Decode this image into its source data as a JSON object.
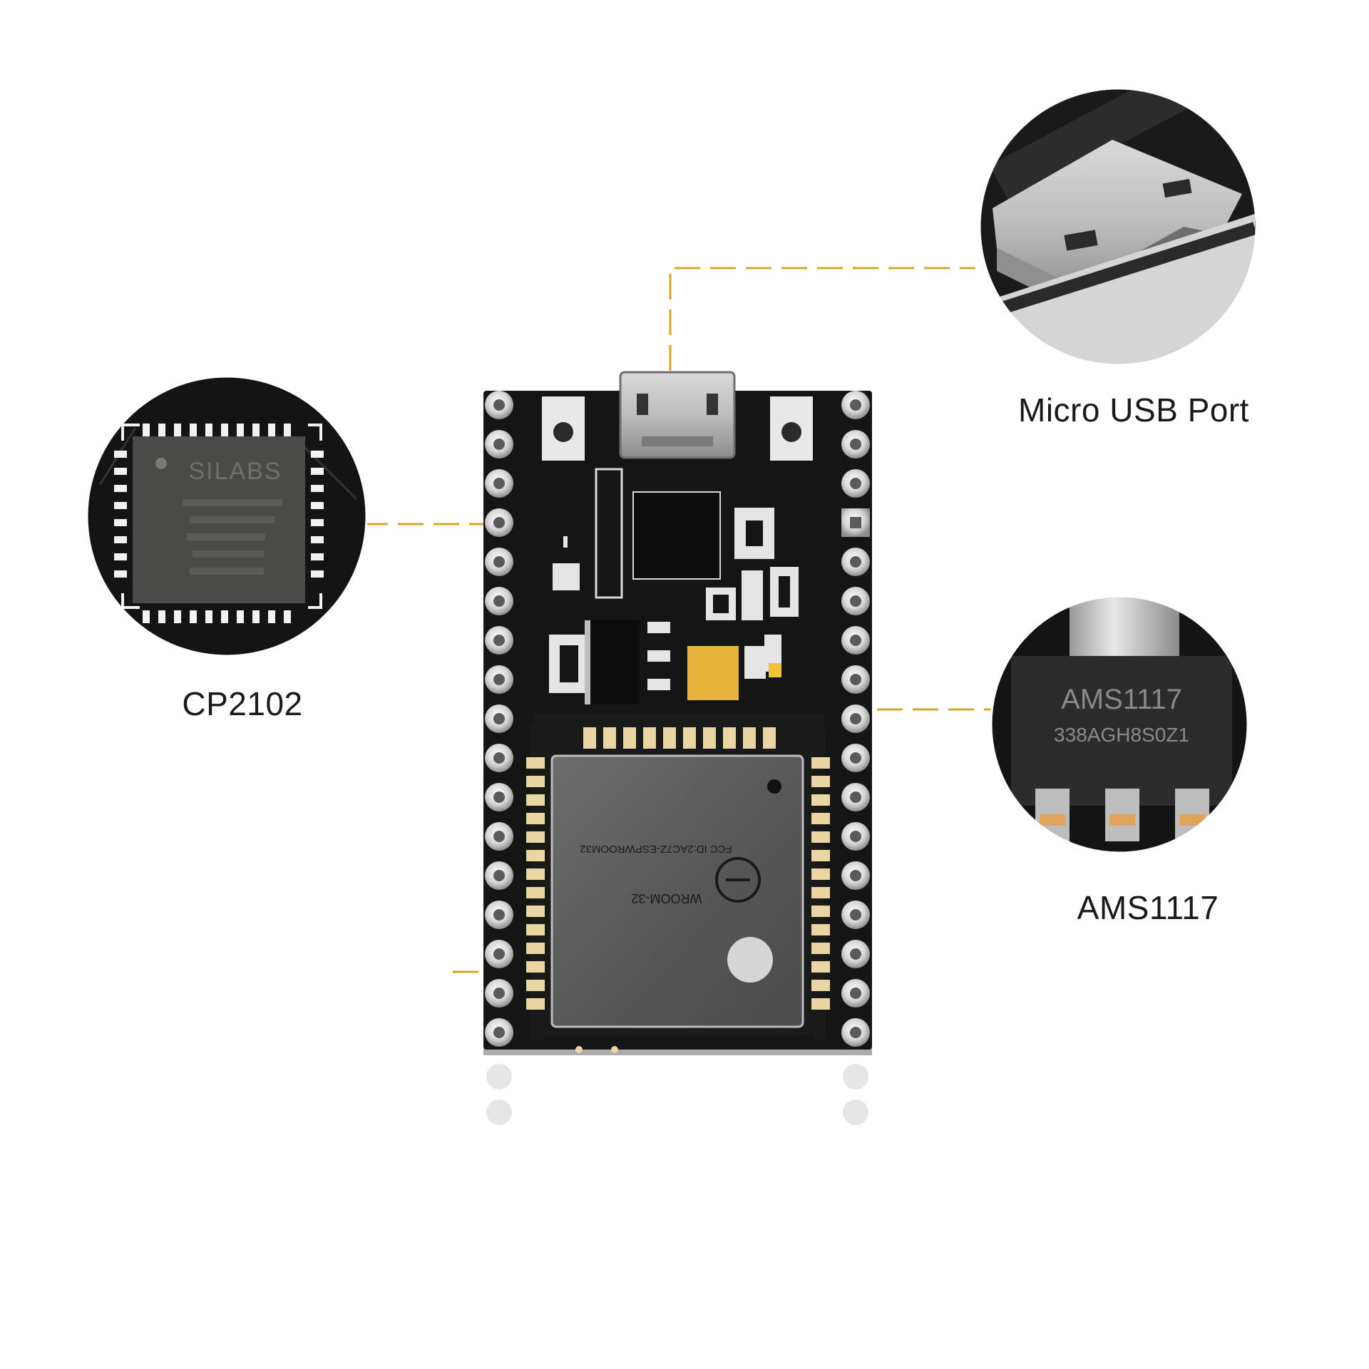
{
  "callouts": {
    "cp2102": {
      "label": "CP2102",
      "chip_marking": "SILABS"
    },
    "usb": {
      "label": "Micro USB Port"
    },
    "ams1117": {
      "label": "AMS1117",
      "chip_marking_line1": "AMS1117",
      "chip_marking_line2": "338AGH8S0Z1"
    }
  },
  "board": {
    "module_marking": "WROOM-32",
    "fcc_line": "FCC ID:2AC7Z-ESPWROOM32"
  },
  "colors": {
    "background": "#ffffff",
    "pcb": "#151515",
    "module_shield": "#5f5f5f",
    "gold_pad": "#e9d6a2",
    "callout_line": "#d9a520",
    "label_text": "#1a1a1a"
  }
}
